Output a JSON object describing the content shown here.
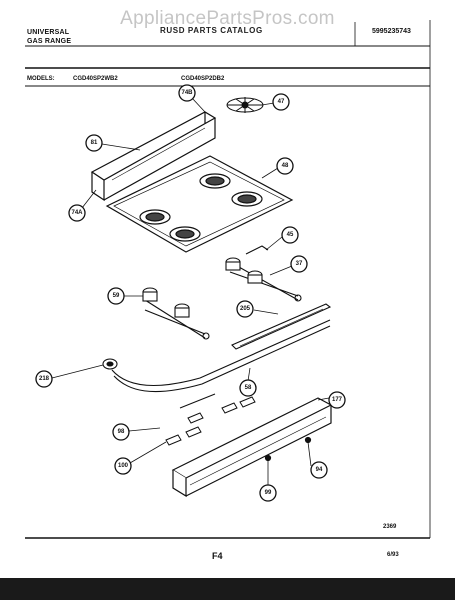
{
  "header": {
    "brand_line1": "UNIVERSAL",
    "brand_line2": "GAS RANGE",
    "section_title": "RUSD PARTS CATALOG",
    "part_number": "5995235743"
  },
  "watermark": "AppliancePartsPros.com",
  "models": {
    "label": "MODELS:",
    "model_1": "CGD40SP2WB2",
    "model_2": "CGD40SP2DB2"
  },
  "callouts": [
    "74B",
    "47",
    "81",
    "48",
    "74A",
    "45",
    "37",
    "59",
    "205",
    "58",
    "218",
    "177",
    "98",
    "100",
    "94",
    "99"
  ],
  "footer": {
    "ref_number": "2369",
    "page_label": "F4",
    "date": "6/93"
  },
  "colors": {
    "ink": "#111111",
    "background": "#ffffff",
    "watermark": "#999999"
  }
}
